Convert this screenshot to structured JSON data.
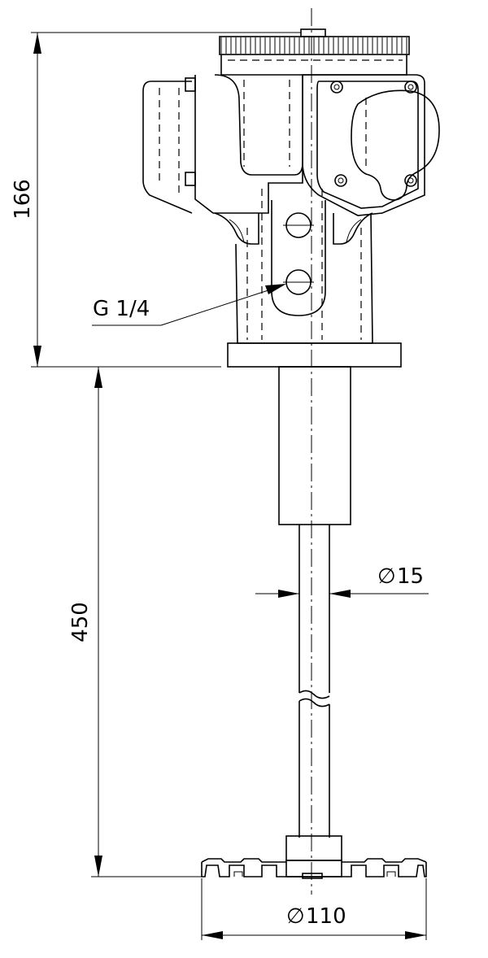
{
  "dimensions": {
    "housing_height": "166",
    "probe_length": "450",
    "rod_diameter": "15",
    "disc_diameter": "110",
    "diameter_symbol": "∅"
  },
  "callouts": {
    "port_thread": "G 1/4"
  }
}
